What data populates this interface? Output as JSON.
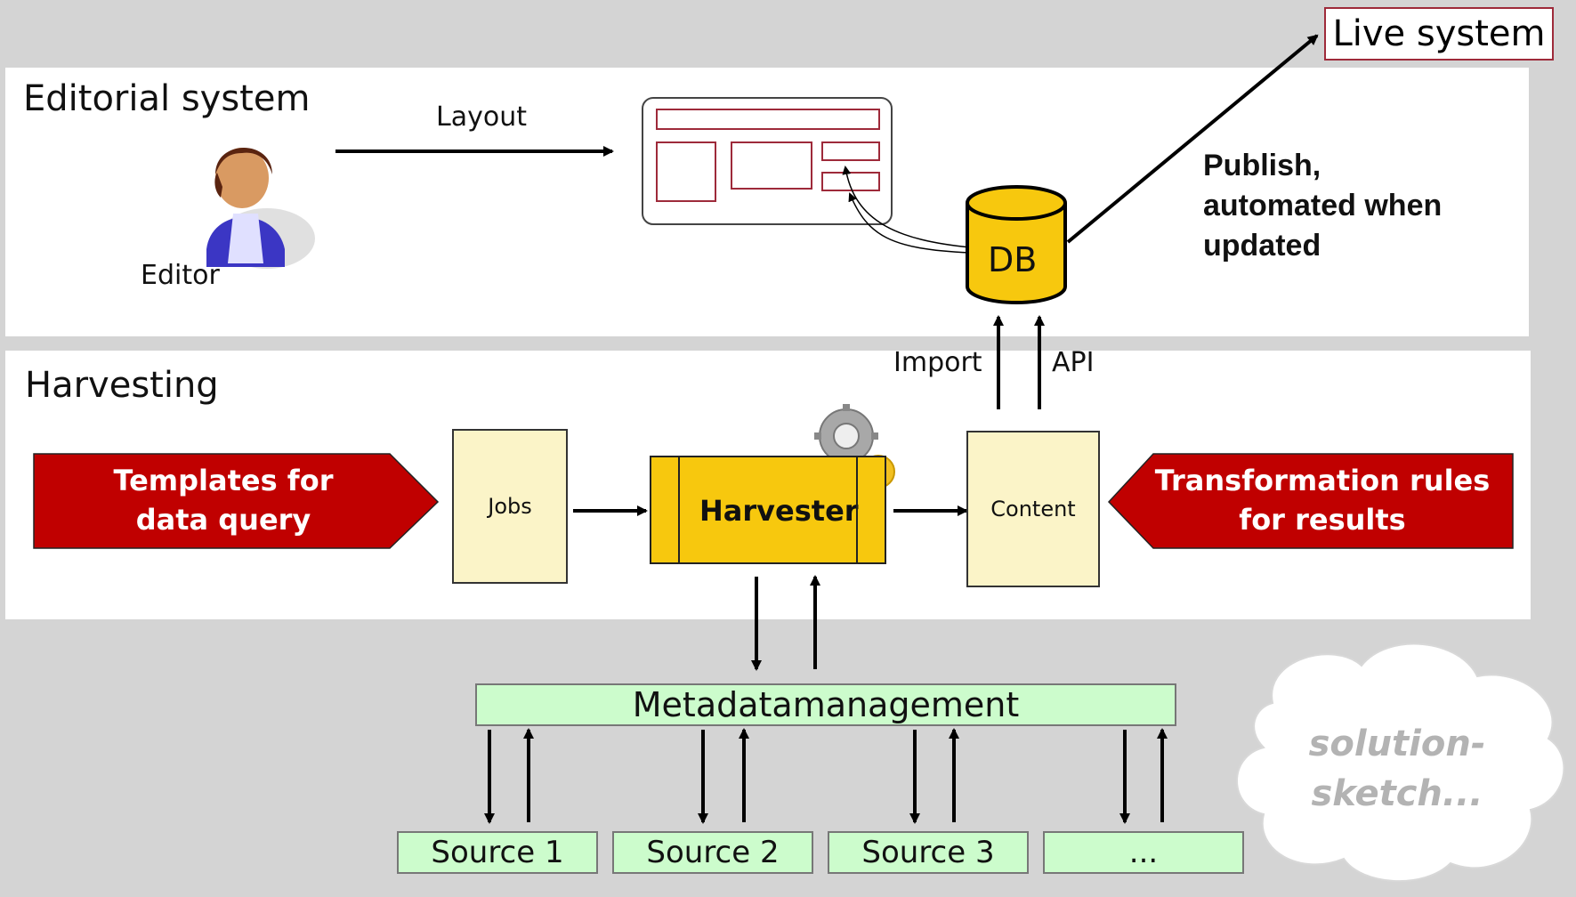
{
  "live_system": "Live system",
  "editorial": {
    "title": "Editorial system",
    "editor_label": "Editor",
    "layout_label": "Layout",
    "db_label": "DB",
    "publish_text": [
      "Publish,",
      "automated when",
      "updated"
    ]
  },
  "harvesting": {
    "title": "Harvesting",
    "templates": [
      "Templates for",
      "data query"
    ],
    "jobs": "Jobs",
    "harvester": "Harvester",
    "content": "Content",
    "rules": [
      "Transformation rules",
      "for results"
    ],
    "import_label": "Import",
    "api_label": "API"
  },
  "metadata": "Metadatamanagement",
  "sources": [
    "Source 1",
    "Source 2",
    "Source 3",
    "..."
  ],
  "cloud": [
    "solution-",
    "sketch..."
  ],
  "colors": {
    "red_arrow": "#c00000",
    "harvester": "#f7c80e",
    "db": "#f7c80e",
    "doc": "#fbf4c8",
    "green_box": "#ccfccc",
    "layout_frame": "#9e2a3a"
  }
}
